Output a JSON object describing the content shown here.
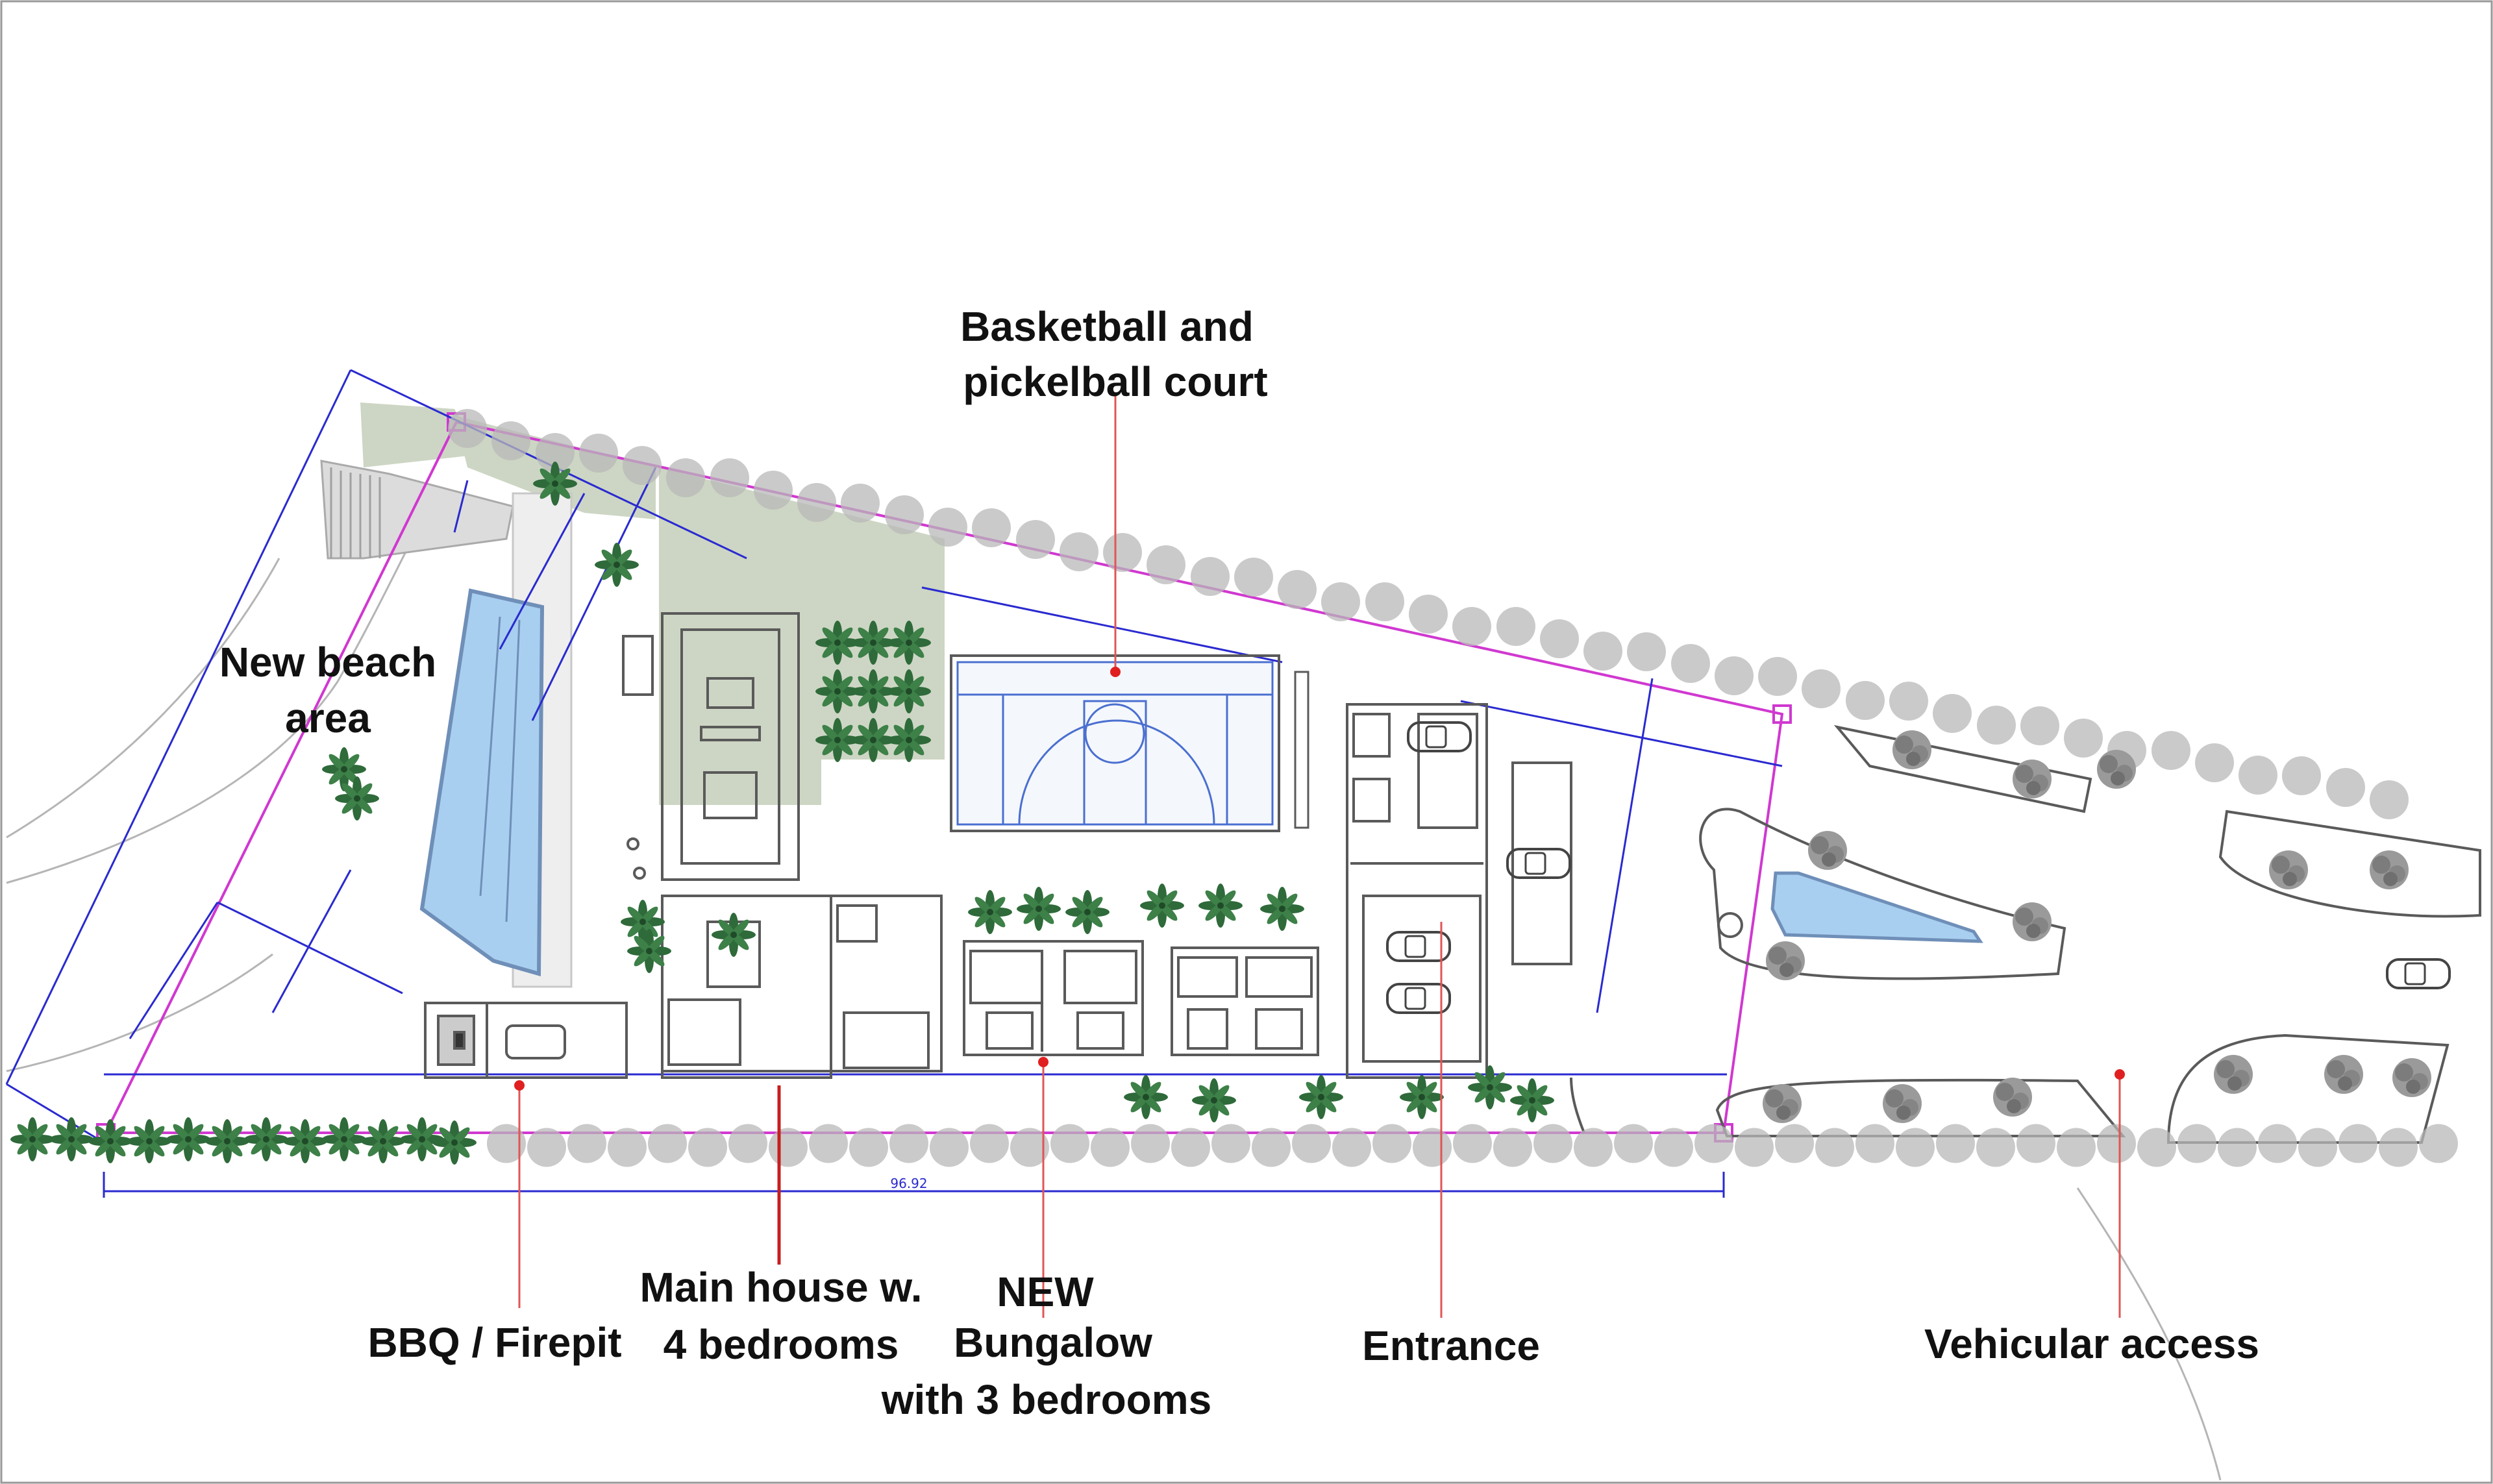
{
  "labels": {
    "court_line1": "Basketball and",
    "court_line2": "pickelball court",
    "beach_line1": "New beach",
    "beach_line2": "area",
    "bbq": "BBQ / Firepit",
    "main_line1": "Main house w.",
    "main_line2": "4 bedrooms",
    "bungalow_line1": "NEW",
    "bungalow_line2": "Bungalow",
    "bungalow_line3": "with 3 bedrooms",
    "entrance": "Entrance",
    "vehicular": "Vehicular access"
  },
  "dimension_text": "96.92",
  "colors": {
    "property_line": "#d038d0",
    "dimension_line": "#2a2ad0",
    "callout_line": "#e05555",
    "callout_dot": "#e02020",
    "lawn": "#cdd6c4",
    "pool_water": "#a8cff0",
    "tree_shadow": "#b8b8b8",
    "palm": "#2f6a3a",
    "building_line": "#5a5a5a",
    "court_line": "#4a6fd0"
  },
  "icons": [
    "palm-icon",
    "tree-canopy-icon",
    "car-icon",
    "callout-dot-icon"
  ]
}
